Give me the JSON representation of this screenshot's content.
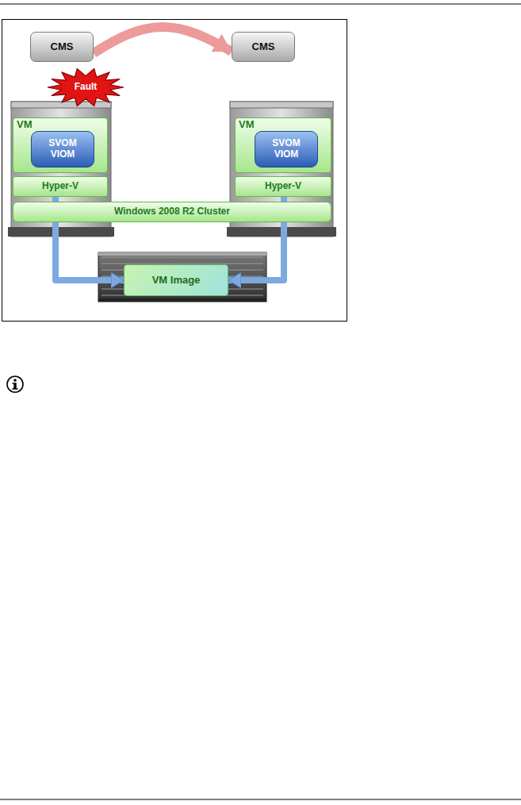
{
  "diagram": {
    "nodes": [
      {
        "text": [
          "CMS"
        ]
      },
      {
        "text": [
          "CMS"
        ]
      },
      {
        "text": [
          "Fault"
        ]
      },
      {
        "text": [
          "VM"
        ]
      },
      {
        "text": [
          "SVOM VIOM"
        ],
        "in": 3
      },
      {
        "text": [
          "Hyper-V"
        ]
      },
      {
        "text": [
          "VM"
        ]
      },
      {
        "text": [
          "SVOM VIOM"
        ],
        "in": 6
      },
      {
        "text": [
          "Hyper-V"
        ]
      },
      {
        "text": [
          "Windows 2008 R2 Cluster"
        ]
      },
      {
        "text": [
          "VM Image"
        ]
      }
    ],
    "edges": [
      {
        "from": 0,
        "to": 1,
        "arrow": "to"
      },
      {
        "from": 5,
        "to": 10,
        "arrow": "to"
      },
      {
        "from": 8,
        "to": 10,
        "arrow": "to"
      }
    ]
  }
}
